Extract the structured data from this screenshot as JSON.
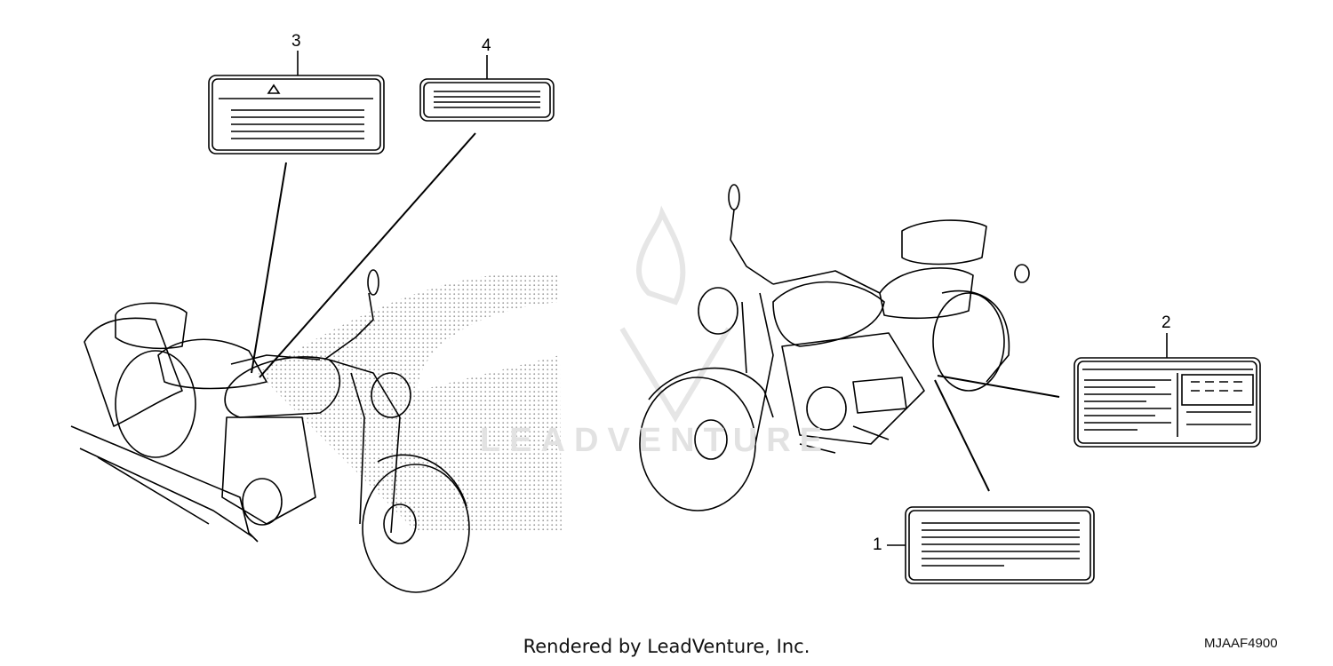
{
  "callouts": [
    "1",
    "2",
    "3",
    "4"
  ],
  "watermark": "LEADVENTURE",
  "footer": "Rendered by LeadVenture, Inc.",
  "diagram_code": "MJAAF4900",
  "colors": {
    "line": "#000000",
    "stipple": "#888888",
    "watermark": "#e2e2e2"
  }
}
